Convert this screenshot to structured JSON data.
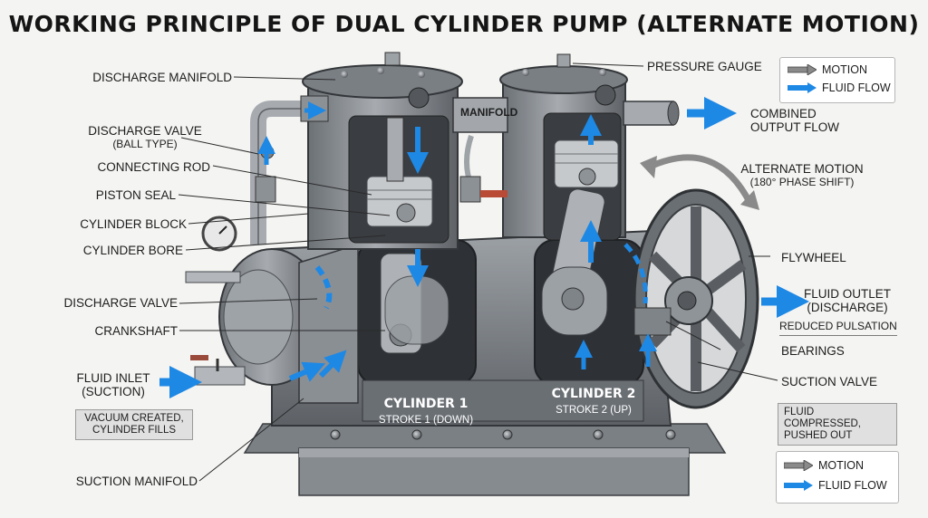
{
  "title": "WORKING PRINCIPLE OF DUAL CYLINDER PUMP (ALTERNATE MOTION)",
  "labels": {
    "discharge_manifold": "DISCHARGE MANIFOLD",
    "discharge_valve_ball": "DISCHARGE VALVE",
    "ball_type": "(BALL TYPE)",
    "connecting_rod": "CONNECTING ROD",
    "piston_seal": "PISTON SEAL",
    "cylinder_block": "CYLINDER BLOCK",
    "cylinder_bore": "CYLINDER BORE",
    "discharge_valve": "DISCHARGE VALVE",
    "crankshaft": "CRANKSHAFT",
    "fluid_inlet": "FLUID INLET",
    "suction_paren": "(SUCTION)",
    "vacuum_note": "VACUUM CREATED,",
    "vacuum_note2": "CYLINDER FILLS",
    "suction_manifold": "SUCTION MANIFOLD",
    "manifold": "MANIFOLD",
    "pressure_gauge": "PRESSURE GAUGE",
    "combined_output": "COMBINED",
    "combined_output2": "OUTPUT FLOW",
    "alternate_motion": "ALTERNATE MOTION",
    "phase_shift": "(180° PHASE SHIFT)",
    "flywheel": "FLYWHEEL",
    "fluid_outlet": "FLUID OUTLET",
    "discharge_paren": "(DISCHARGE)",
    "reduced_pulsation": "REDUCED PULSATION",
    "bearings": "BEARINGS",
    "suction_valve": "SUCTION VALVE",
    "compressed_note": "FLUID COMPRESSED,",
    "compressed_note2": "PUSHED OUT",
    "cylinder1": "CYLINDER 1",
    "stroke1": "STROKE 1 (DOWN)",
    "cylinder2": "CYLINDER 2",
    "stroke2": "STROKE 2 (UP)"
  },
  "legend": {
    "motion": "MOTION",
    "fluid_flow": "FLUID FLOW",
    "motion_color": "#8a8a8a",
    "fluid_color": "#1e88e5"
  },
  "colors": {
    "metal_dark": "#5f646a",
    "metal_mid": "#8c9196",
    "metal_light": "#b8bcc0",
    "fluid": "#1e88e5"
  }
}
